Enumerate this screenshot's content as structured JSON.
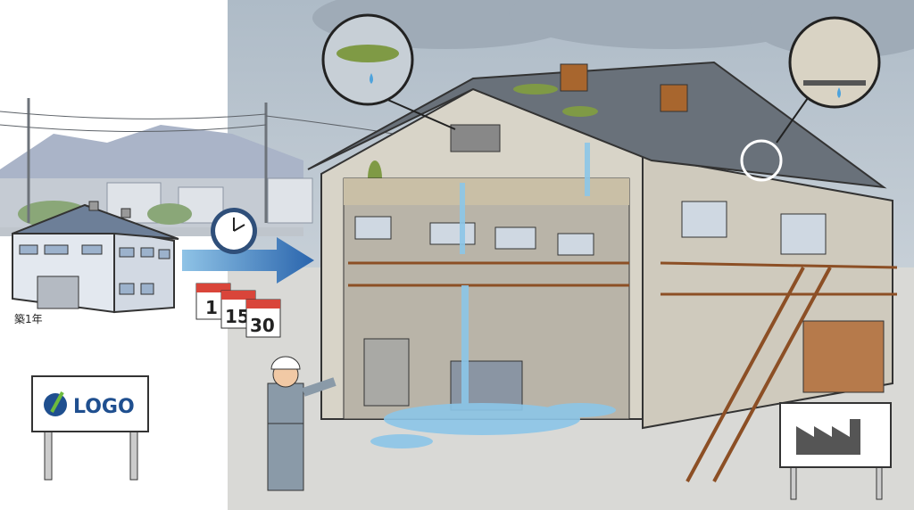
{
  "new_building": {
    "age_label": "築1年"
  },
  "calendar": {
    "days": [
      "1",
      "15",
      "30"
    ]
  },
  "sign": {
    "logo_text": "LOGO"
  },
  "colors": {
    "sky": "#c9d2da",
    "ground": "#d9d9d6",
    "arrow": "#2f6fb3",
    "water": "#8cc6e8",
    "rust": "#a8662e",
    "moss": "#7f9a45",
    "logo_blue": "#1f4f8f",
    "logo_green": "#6dbb3d",
    "calendar_red": "#d9453a"
  }
}
